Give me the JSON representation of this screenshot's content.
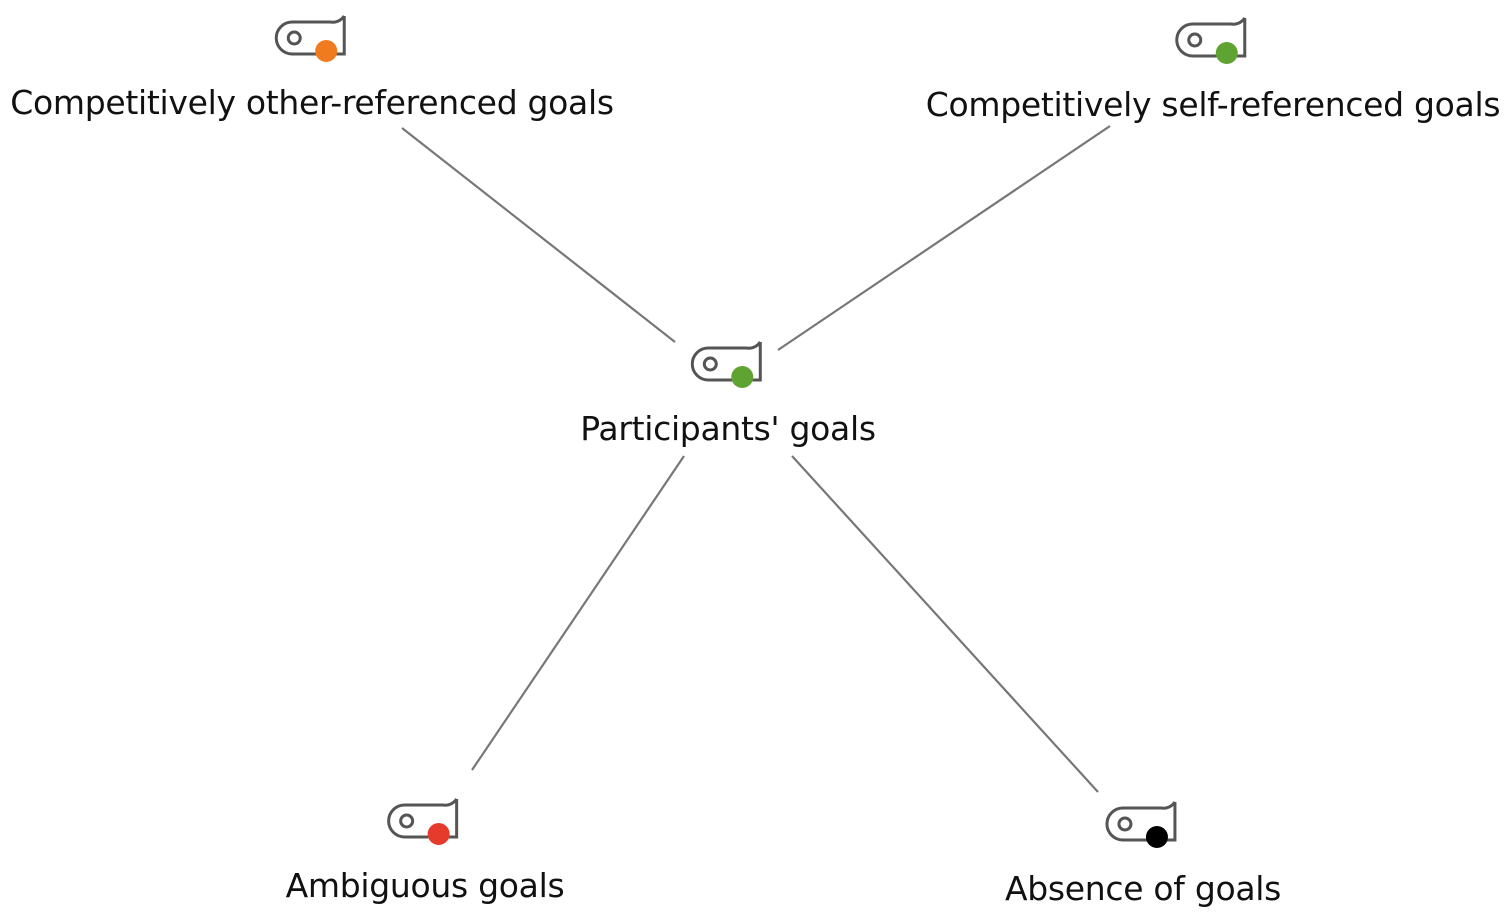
{
  "diagram": {
    "center": {
      "label": "Participants' goals",
      "icon": "tag-icon",
      "status_color": "#5fa332"
    },
    "nodes": [
      {
        "key": "other",
        "label": "Competitively other-referenced goals",
        "icon": "tag-icon",
        "status_color": "#f07a1e"
      },
      {
        "key": "self",
        "label": "Competitively self-referenced goals",
        "icon": "tag-icon",
        "status_color": "#5fa332"
      },
      {
        "key": "ambiguous",
        "label": "Ambiguous goals",
        "icon": "tag-icon",
        "status_color": "#e53b2c"
      },
      {
        "key": "absence",
        "label": "Absence of goals",
        "icon": "tag-icon",
        "status_color": "#000000"
      }
    ],
    "edge_color": "#777777"
  }
}
